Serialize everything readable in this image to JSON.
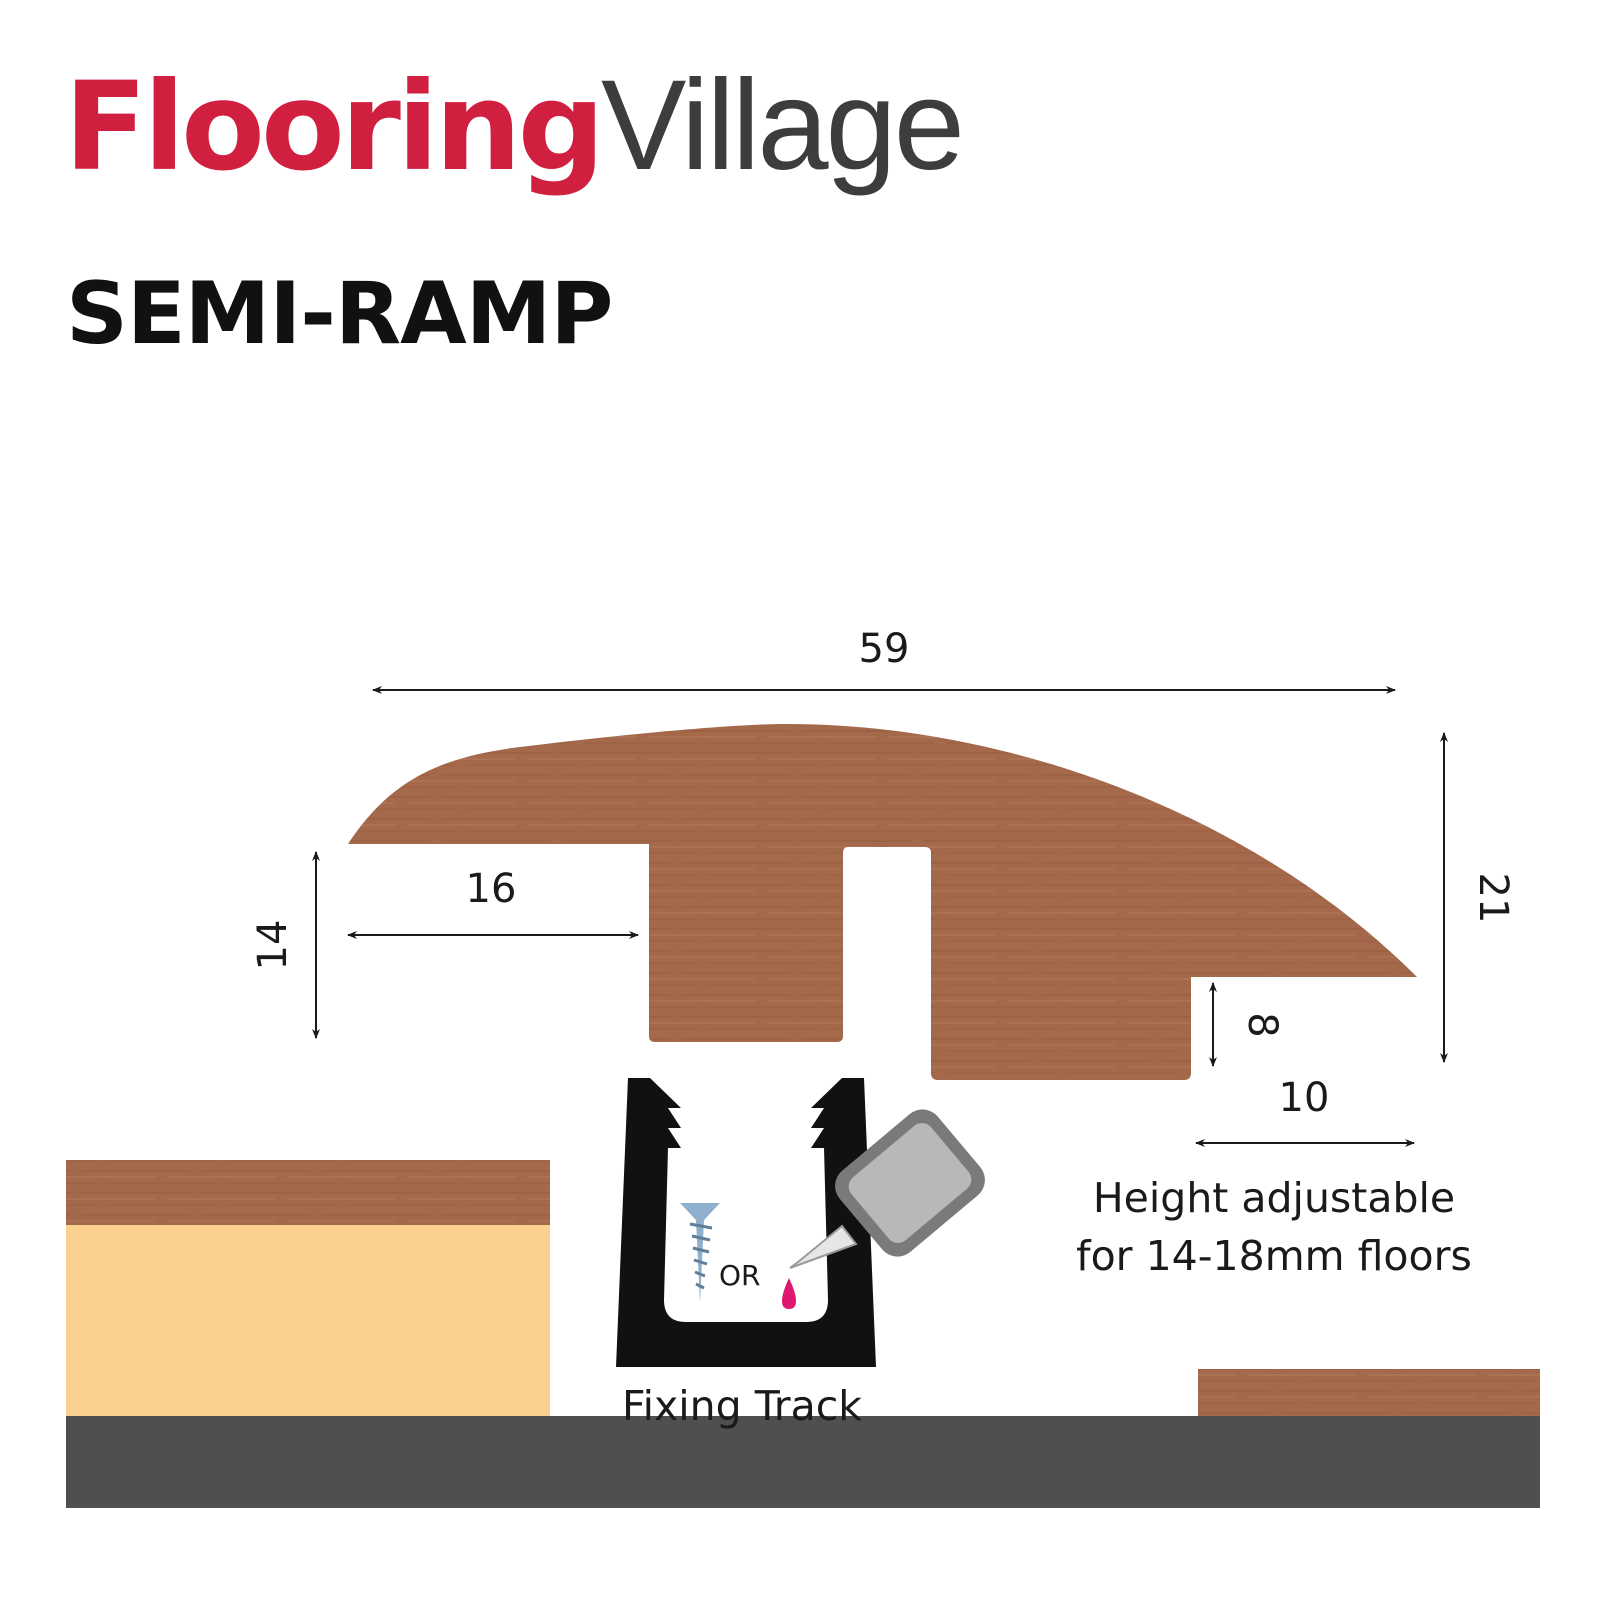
{
  "brand": {
    "part1": "Flooring",
    "part2": "Village",
    "color_primary": "#d11f3f",
    "color_secondary": "#3d3d3f"
  },
  "title": "SEMI-RAMP",
  "dimensions": {
    "overall_width": "59",
    "overall_height": "21",
    "left_rebate_width": "16",
    "left_rebate_height": "14",
    "right_step_height": "8",
    "right_step_width": "10"
  },
  "fixing": {
    "or_label": "OR",
    "track_label": "Fixing Track"
  },
  "note": {
    "line1": "Height adjustable",
    "line2": "for 14-18mm floors"
  },
  "colors": {
    "wood": "#a4694b",
    "underlay": "#fad18e",
    "subfloor": "#4f4f4f",
    "track": "#111111",
    "adhesive_body": "#b8b8b8",
    "adhesive_outline": "#7a7a7a",
    "screw": "#8fb0cc",
    "glue_drop": "#e0176e"
  }
}
